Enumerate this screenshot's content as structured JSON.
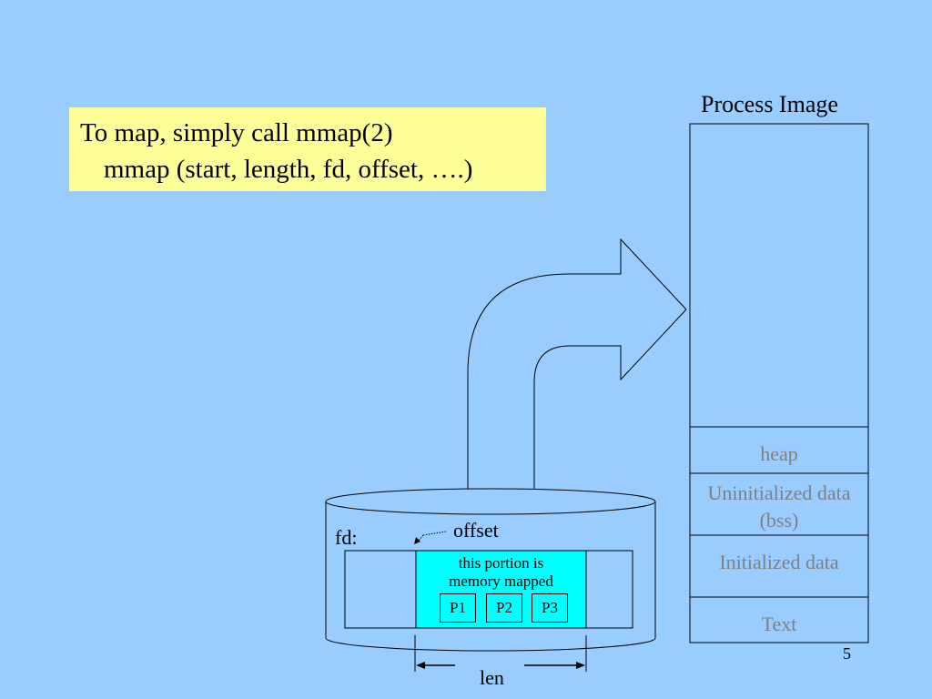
{
  "callout": {
    "line1": "To map,  simply call mmap(2)",
    "line2": "mmap (start, length, fd, offset, ….)"
  },
  "process_image": {
    "title": "Process  Image",
    "segments": {
      "heap": "heap",
      "bss_line1": "Uninitialized data",
      "bss_line2": "(bss)",
      "initialized": "Initialized data",
      "text": "Text"
    }
  },
  "file": {
    "fd_label": "fd:",
    "offset_label": "offset",
    "mapped_line1": "this portion is",
    "mapped_line2": "memory mapped",
    "pages": [
      "P1",
      "P2",
      "P3"
    ],
    "len_label": "len"
  },
  "colors": {
    "background": "#99ccff",
    "callout": "#ffff99",
    "mapped_region": "#00ffff",
    "segment_text": "#808080"
  },
  "slide_number": "5"
}
